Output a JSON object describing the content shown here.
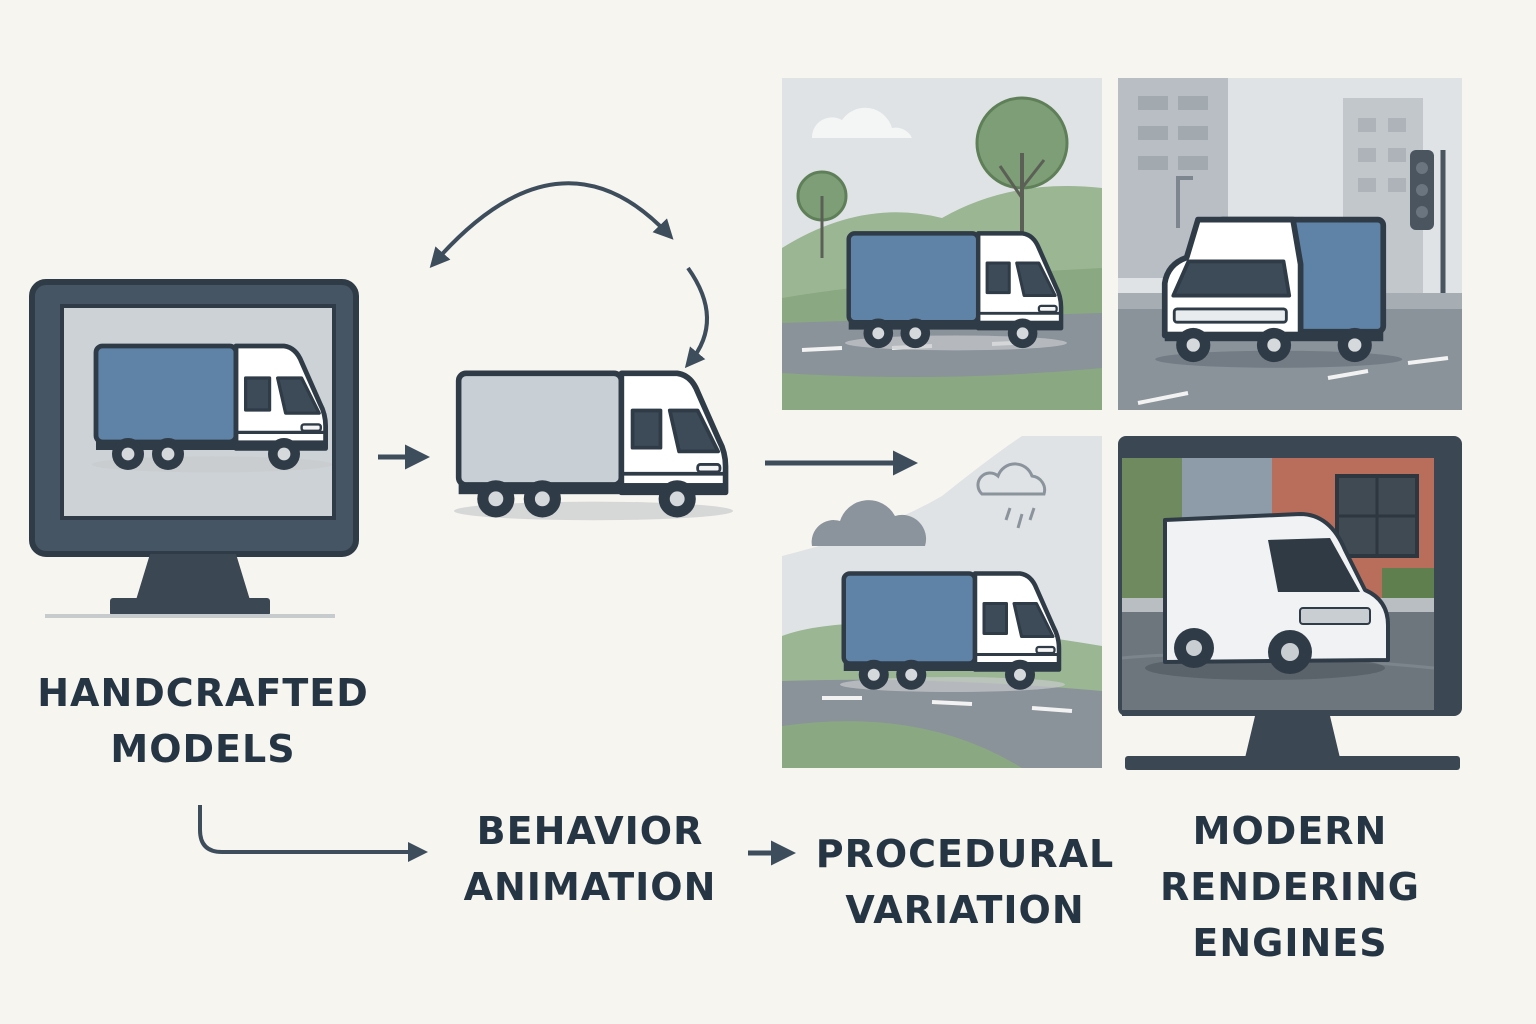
{
  "stages": [
    {
      "id": "handcrafted",
      "lines": [
        "HANDCRAFTED",
        "MODELS"
      ]
    },
    {
      "id": "behavior",
      "lines": [
        "BEHAVIOR",
        "ANIMATION"
      ]
    },
    {
      "id": "procedural",
      "lines": [
        "PROCEDURAL",
        "VARIATION"
      ]
    },
    {
      "id": "rendering",
      "lines": [
        "MODERN",
        "RENDERING",
        "ENGINES"
      ]
    }
  ],
  "colors": {
    "background": "#f7f5f0",
    "outline": "#2f3b47",
    "truck_cargo_blue": "#5f83a6",
    "truck_cargo_gray": "#c9d0d5",
    "truck_cab": "#ffffff",
    "grass": "#8aa882",
    "road": "#8a929a",
    "sky": "#dfe3e5",
    "brick": "#b86e5a",
    "text": "#263544"
  },
  "icons": [
    "monitor-icon",
    "truck-icon",
    "cycle-arrows-icon",
    "flow-arrow-icon",
    "tree-icon",
    "building-icon",
    "traffic-light-icon",
    "cloud-icon",
    "rain-cloud-icon"
  ]
}
